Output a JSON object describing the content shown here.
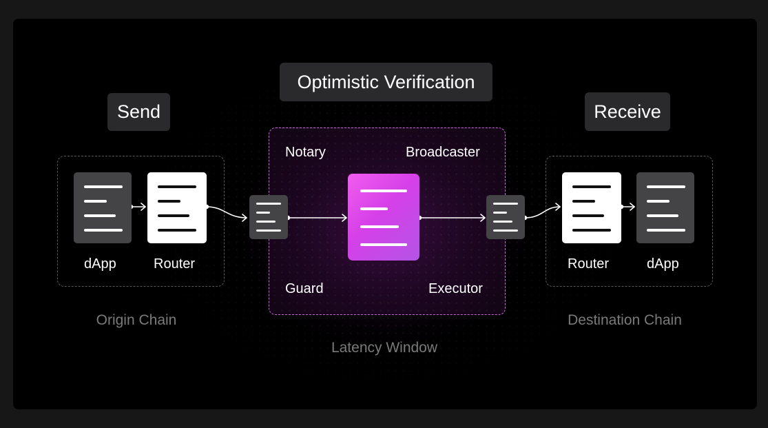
{
  "headers": {
    "send": "Send",
    "optimistic": "Optimistic Verification",
    "receive": "Receive"
  },
  "origin": {
    "dapp_label": "dApp",
    "router_label": "Router",
    "chain_label": "Origin Chain"
  },
  "middle": {
    "notary": "Notary",
    "broadcaster": "Broadcaster",
    "guard": "Guard",
    "executor": "Executor",
    "window_label": "Latency Window"
  },
  "destination": {
    "router_label": "Router",
    "dapp_label": "dApp",
    "chain_label": "Destination Chain"
  },
  "colors": {
    "background": "#000000",
    "accent_pink": "#e04cf0",
    "dashed_pink": "#c86ad8",
    "card_gray": "#444447",
    "pill_bg": "#2a2a2c"
  }
}
